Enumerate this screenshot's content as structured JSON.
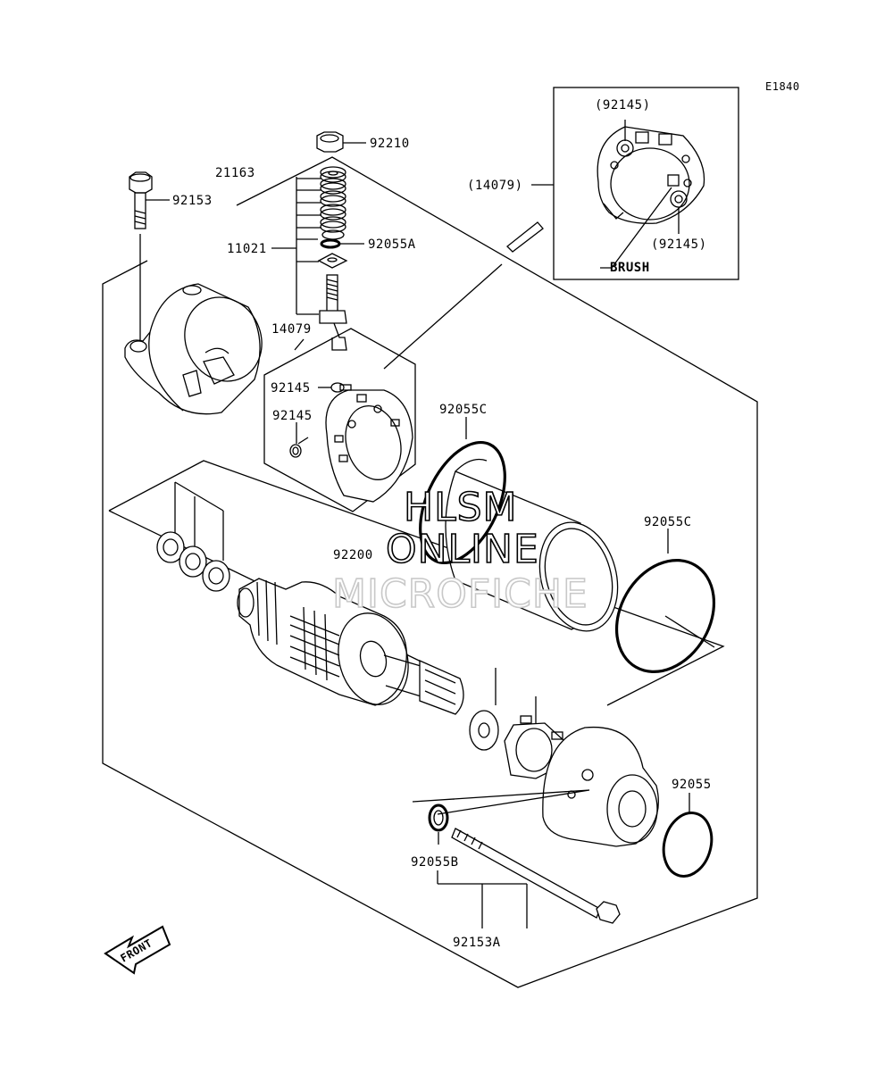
{
  "diagram": {
    "code": "E1840",
    "labels": {
      "p92210": "92210",
      "p21163": "21163",
      "p92153": "92153",
      "p11021": "11021",
      "p92055A": "92055A",
      "p14079": "14079",
      "p92145a": "92145",
      "p92145b": "92145",
      "p92055C_top": "92055C",
      "p92055C_right": "92055C",
      "p92200": "92200",
      "p92055": "92055",
      "p92055B": "92055B",
      "p92153A": "92153A",
      "inset_14079": "(14079)",
      "inset_92145_top": "(92145)",
      "inset_92145_bottom": "(92145)",
      "inset_brush": "BRUSH"
    },
    "front_arrow": "FRONT",
    "watermark": {
      "line1": "HLSM",
      "line2": "ONLINE",
      "line3": "MICROFICHE"
    },
    "colors": {
      "ink": "#000000",
      "paper": "#ffffff",
      "watermark_faint": "#c8c8c8"
    }
  }
}
